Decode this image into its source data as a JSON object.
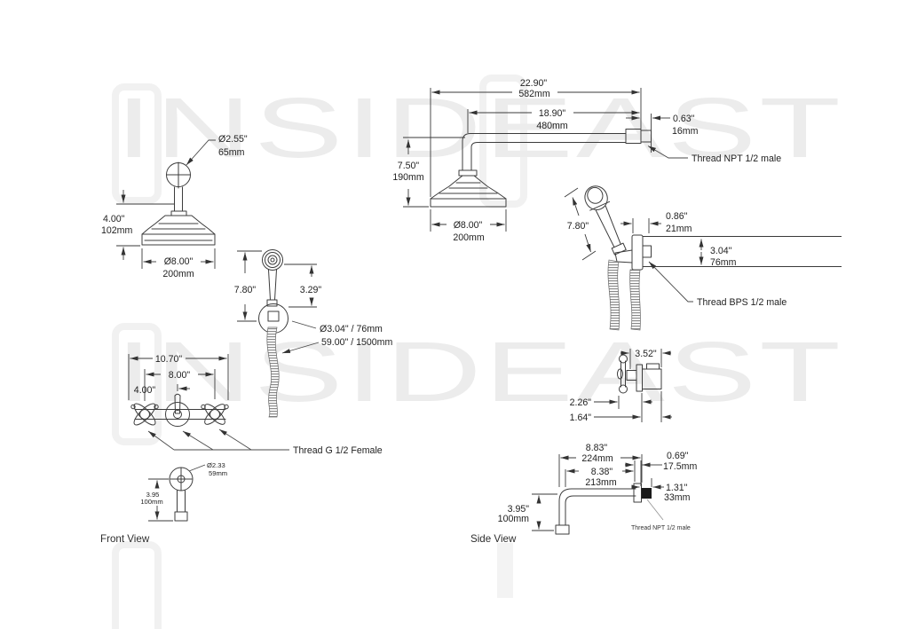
{
  "watermark": {
    "text": "INSIDEAST"
  },
  "views": {
    "front": "Front View",
    "side": "Side View"
  },
  "colors": {
    "background": "#ffffff",
    "line": "#3c3c3c",
    "text": "#222222",
    "watermark": "#ececec"
  },
  "labels": {
    "ceiling_head": {
      "flange_dia_in": "Ø2.55\"",
      "flange_dia_mm": "65mm",
      "height_in": "4.00\"",
      "height_mm": "102mm",
      "head_dia_in": "Ø8.00\"",
      "head_dia_mm": "200mm"
    },
    "wall_head": {
      "overall_in": "22.90\"",
      "overall_mm": "582mm",
      "arm_in": "18.90\"",
      "arm_mm": "480mm",
      "nipple_in": "0.63\"",
      "nipple_mm": "16mm",
      "drop_in": "7.50\"",
      "drop_mm": "190mm",
      "head_dia_in": "Ø8.00\"",
      "head_dia_mm": "200mm",
      "thread": "Thread NPT 1/2 male"
    },
    "hand_shower_wall": {
      "length_in": "7.80\"",
      "bracket_w_in": "0.86\"",
      "bracket_w_mm": "21mm",
      "bracket_h_in": "3.04\"",
      "bracket_h_mm": "76mm",
      "thread": "Thread BPS 1/2 male"
    },
    "hand_shower_cradle": {
      "length_in": "7.80\"",
      "head_in": "3.29\"",
      "cradle_dia": "Ø3.04\" / 76mm",
      "hose": "59.00\" / 1500mm"
    },
    "valve_front": {
      "overall_in": "10.70\"",
      "centers_in": "8.00\"",
      "half_in": "4.00\"",
      "thread": "Thread G 1/2 Female"
    },
    "valve_side": {
      "depth_in": "3.52\"",
      "handle_in": "2.26\"",
      "body_in": "1.64\""
    },
    "spout_front": {
      "dia_in": "Ø2.33",
      "dia_mm": "59mm",
      "drop_in": "3.95",
      "drop_mm": "100mm"
    },
    "spout_side": {
      "overall_in": "8.83\"",
      "overall_mm": "224mm",
      "reach_in": "8.38\"",
      "reach_mm": "213mm",
      "flange_in": "0.69\"",
      "flange_mm": "17.5mm",
      "nipple_in": "1.31\"",
      "nipple_mm": "33mm",
      "drop_in": "3.95\"",
      "drop_mm": "100mm",
      "thread": "Thread NPT 1/2 male"
    }
  }
}
